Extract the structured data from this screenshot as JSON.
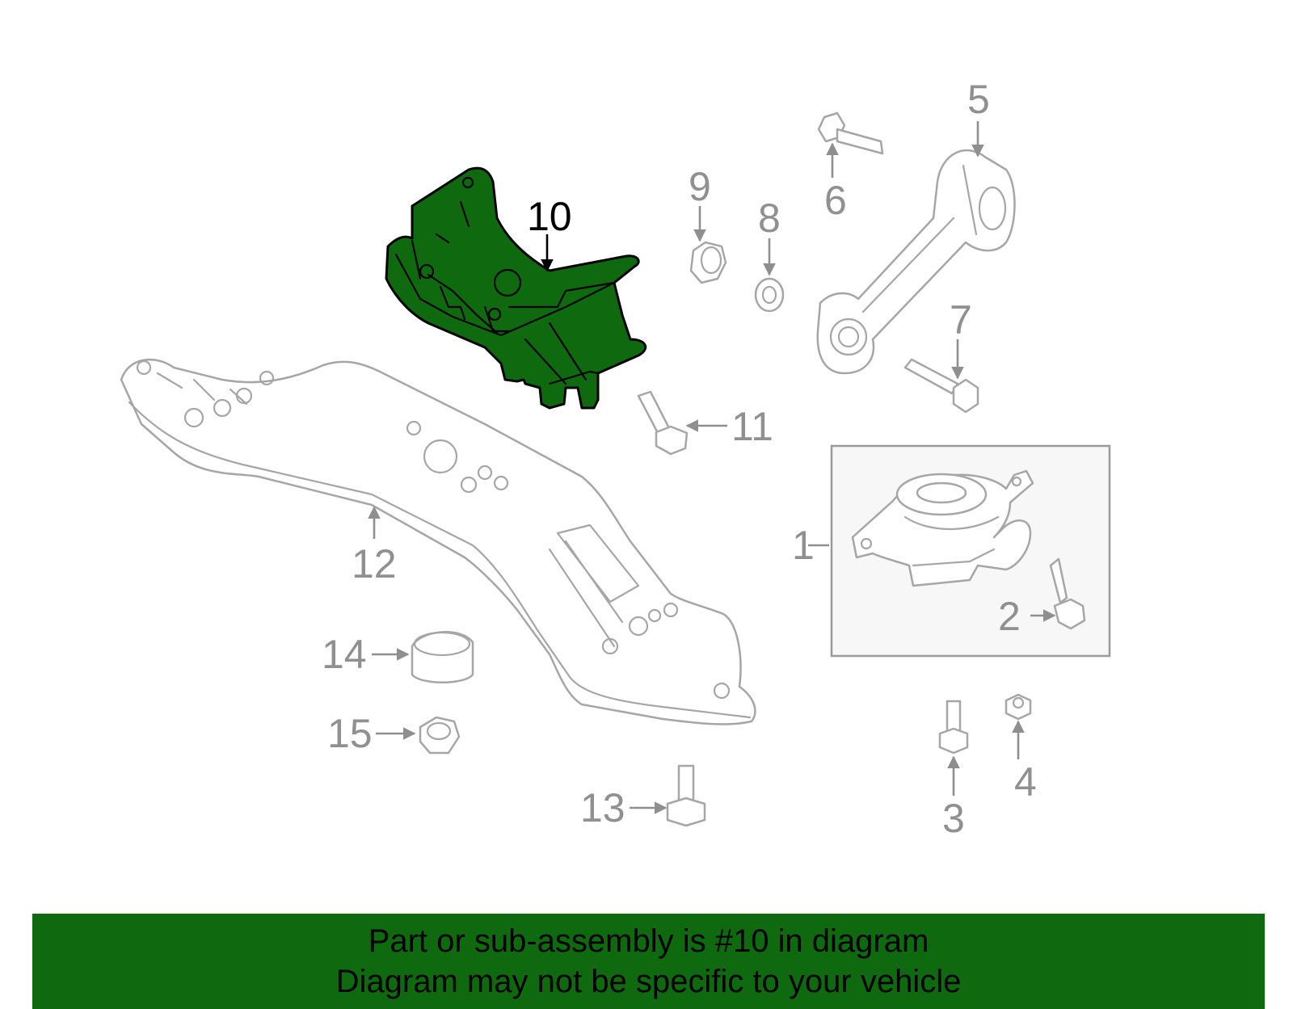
{
  "diagram": {
    "highlight_color": "#0f6a0f",
    "part_stroke_color": "#a6a6a6",
    "callouts": [
      {
        "id": "1",
        "label": "1"
      },
      {
        "id": "2",
        "label": "2"
      },
      {
        "id": "3",
        "label": "3"
      },
      {
        "id": "4",
        "label": "4"
      },
      {
        "id": "5",
        "label": "5"
      },
      {
        "id": "6",
        "label": "6"
      },
      {
        "id": "7",
        "label": "7"
      },
      {
        "id": "8",
        "label": "8"
      },
      {
        "id": "9",
        "label": "9"
      },
      {
        "id": "10",
        "label": "10",
        "highlighted": true
      },
      {
        "id": "11",
        "label": "11"
      },
      {
        "id": "12",
        "label": "12"
      },
      {
        "id": "13",
        "label": "13"
      },
      {
        "id": "14",
        "label": "14"
      },
      {
        "id": "15",
        "label": "15"
      }
    ]
  },
  "banner": {
    "line1": "Part or sub-assembly is #10 in diagram",
    "line2": "Diagram may not be specific to your vehicle",
    "background": "#0f6a0f"
  }
}
